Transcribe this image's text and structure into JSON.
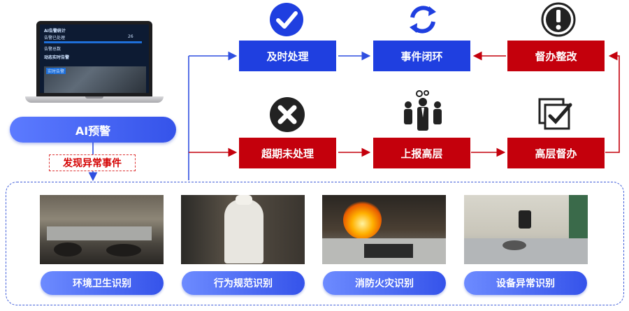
{
  "laptop": {
    "panel_title": "AI告警统计",
    "row1_label": "告警已处理",
    "row1_value": "26",
    "row2_label": "告警总数",
    "section_title": "动态实时告警",
    "tag": "实时告警"
  },
  "ai_button": "AI预警",
  "discover_label": "发现异常事件",
  "flow": {
    "top": [
      "及时处理",
      "事件闭环",
      "督办整改"
    ],
    "bottom": [
      "超期未处理",
      "上报高层",
      "高层督办"
    ]
  },
  "scenarios": [
    "环境卫生识别",
    "行为规范识别",
    "消防火灾识别",
    "设备异常识别"
  ],
  "colors": {
    "blue": "#1f3fe0",
    "red": "#c4000c",
    "accent": "#3553ea"
  },
  "icons": [
    "check-circle-icon",
    "refresh-cycle-icon",
    "exclamation-circle-icon",
    "x-circle-icon",
    "team-gears-icon",
    "checklist-icon"
  ]
}
